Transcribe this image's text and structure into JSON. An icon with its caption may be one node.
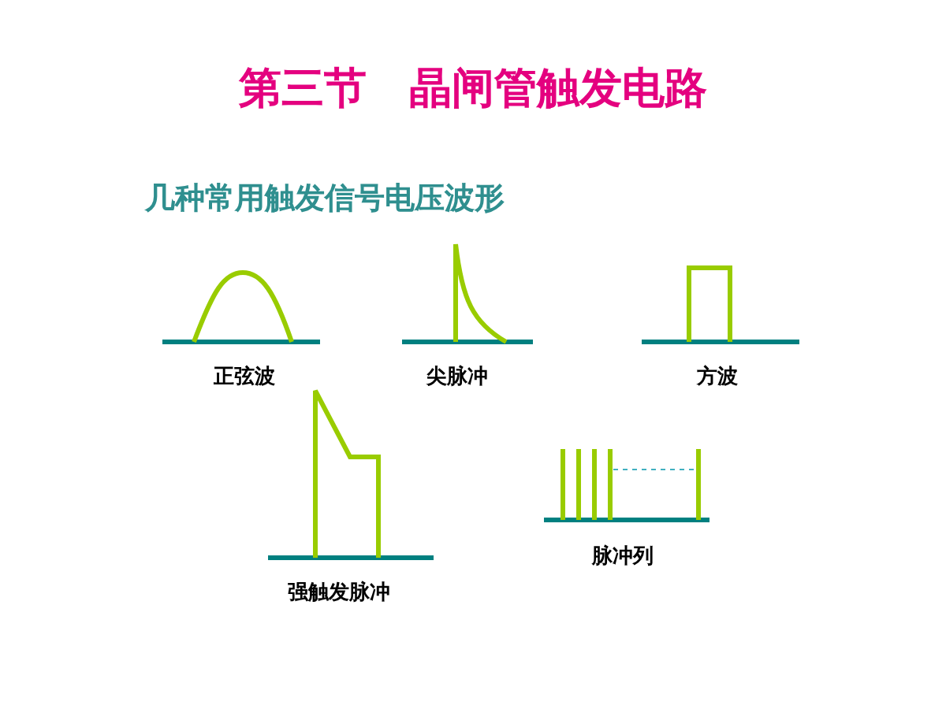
{
  "diagram": {
    "title": "第三节　晶闸管触发电路",
    "labels": [
      "几种常用触发信号电压波形",
      "正弦波",
      "尖脉冲",
      "方波",
      "强触发脉冲",
      "脉冲列"
    ]
  }
}
